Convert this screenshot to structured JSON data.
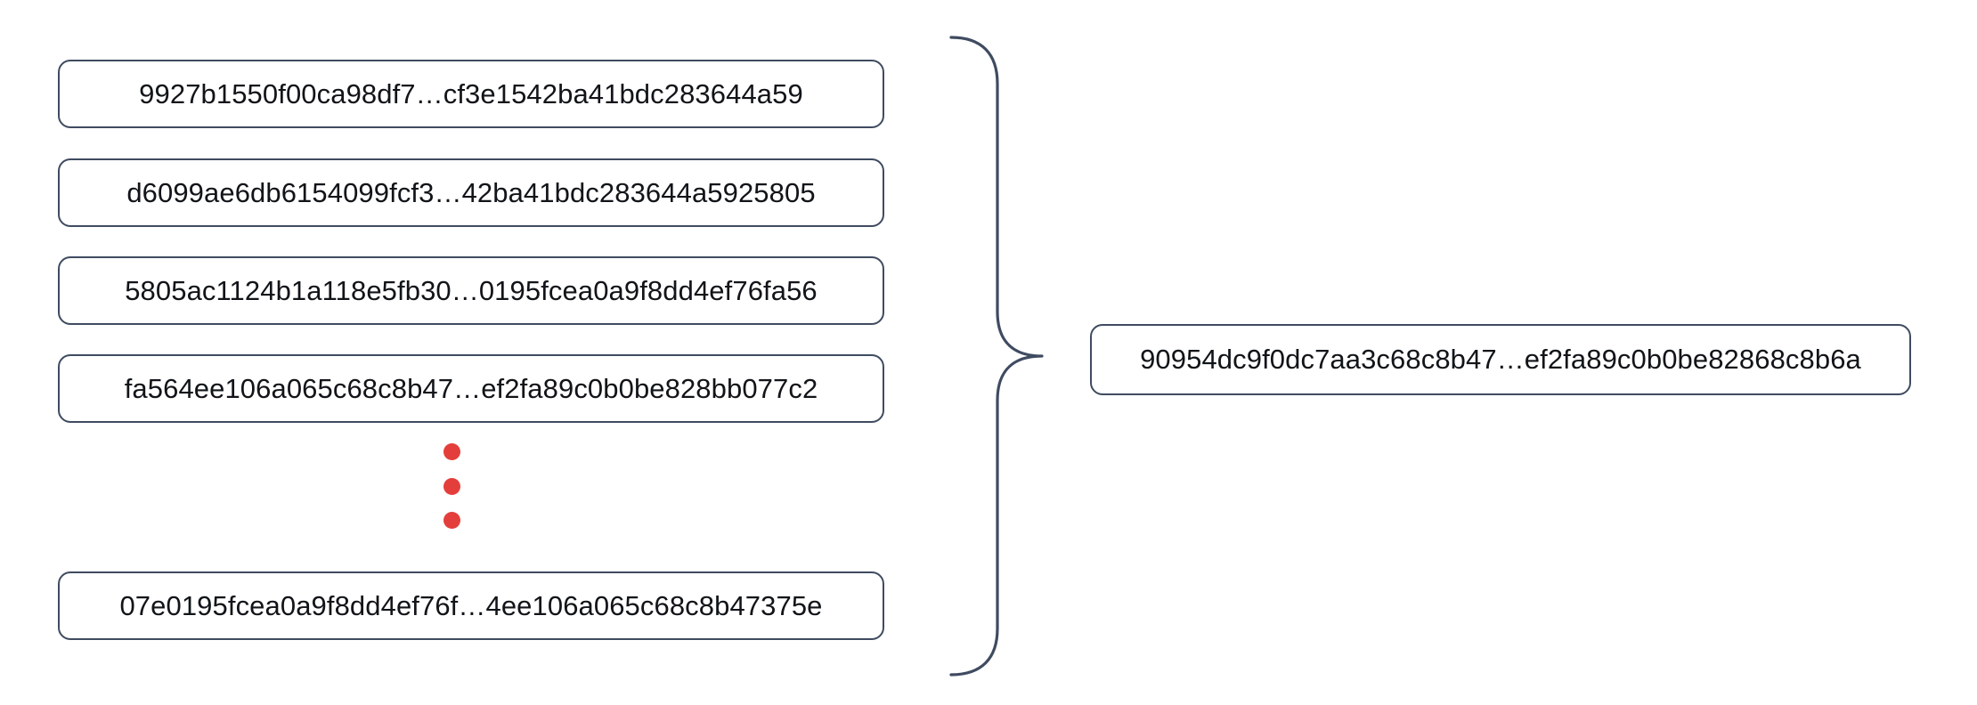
{
  "diagram": {
    "title": "merkle-hash-aggregation",
    "accent_color": "#3f4b60",
    "dot_color": "#e43e3c",
    "text_color": "#111418",
    "inputs": [
      {
        "label": "9927b1550f00ca98df7…cf3e1542ba41bdc283644a59"
      },
      {
        "label": "d6099ae6db6154099fcf3…42ba41bdc283644a5925805"
      },
      {
        "label": "5805ac1124b1a118e5fb30…0195fcea0a9f8dd4ef76fa56"
      },
      {
        "label": "fa564ee106a065c68c8b47…ef2fa89c0b0be828bb077c2"
      },
      {
        "label": "07e0195fcea0a9f8dd4ef76f…4ee106a065c68c8b47375e"
      }
    ],
    "ellipsis": {
      "name": "vertical-ellipsis",
      "dot_count": 3
    },
    "brace": {
      "name": "curly-brace",
      "orientation": "right-pointing"
    },
    "output": {
      "label": "90954dc9f0dc7aa3c68c8b47…ef2fa89c0b0be82868c8b6a"
    }
  }
}
